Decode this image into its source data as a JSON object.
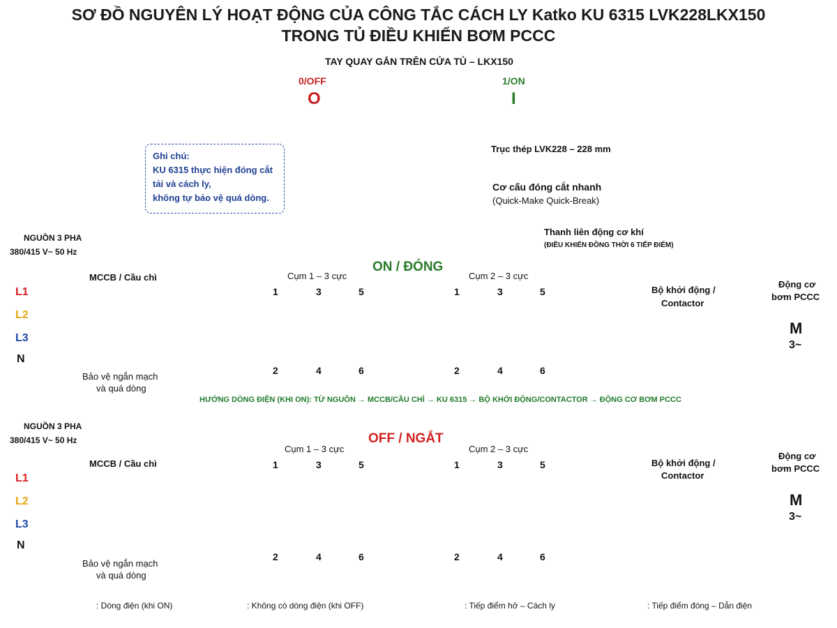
{
  "title": {
    "line1": "SƠ ĐỒ NGUYÊN LÝ HOẠT ĐỘNG CỦA CÔNG TẮC CÁCH LY Katko KU 6315 LVK228LKX150",
    "line2": "TRONG TỦ ĐIỀU KHIỂN BƠM PCCC"
  },
  "handle": {
    "label": "TAY QUAY GẮN TRÊN CỬA TỦ – LKX150",
    "off_label": "0/OFF",
    "off_symbol": "O",
    "on_label": "1/ON",
    "on_symbol": "I",
    "shaft": "Trục thép LVK228 – 228 mm",
    "mech_title": "Cơ cấu đóng cắt nhanh",
    "mech_sub": "(Quick-Make Quick-Break)",
    "bar_title": "Thanh liên động cơ khí",
    "bar_sub": "(ĐIỀU KHIỂN ĐỒNG THỜI 6 TIẾP ĐIỂM)"
  },
  "note": {
    "title": "Ghi chú:",
    "line1": "KU 6315 thực hiện đóng cắt",
    "line2": "tải và cách ly,",
    "line3": "không tự bảo vệ quá dòng."
  },
  "source": {
    "line1": "NGUỒN 3 PHA",
    "line2": "380/415 V~ 50 Hz"
  },
  "phases": [
    "L1",
    "L2",
    "L3",
    "N"
  ],
  "mccb": {
    "title": "MCCB / Cầu chì",
    "sub1": "Bảo vệ ngắn mạch",
    "sub2": "và quá dòng"
  },
  "on_panel": {
    "title": "ON / ĐÓNG",
    "group1": "Cụm 1 – 3 cực",
    "group2": "Cụm 2 – 3 cực",
    "top_numbers": [
      "1",
      "3",
      "5"
    ],
    "bottom_numbers": [
      "2",
      "4",
      "6"
    ]
  },
  "off_panel": {
    "title": "OFF / NGẮT",
    "group1": "Cụm 1 – 3 cực",
    "group2": "Cụm 2 – 3 cực"
  },
  "contactor": {
    "line1": "Bộ khởi động /",
    "line2": "Contactor"
  },
  "motor": {
    "line1": "Động cơ",
    "line2": "bơm PCCC",
    "symbol": "M",
    "sub": "3~"
  },
  "flow": "HƯỚNG DÒNG ĐIỆN (KHI ON):  TỪ NGUỒN  →  MCCB/CẦU CHÌ  →  KU 6315  →  BỘ KHỞI ĐỘNG/CONTACTOR  →  ĐỘNG CƠ BƠM PCCC",
  "legend": {
    "current": ": Dòng điện (khi ON)",
    "no_current": ": Không có dòng điện (khi OFF)",
    "open": ": Tiếp điểm hở – Cách ly",
    "closed": ": Tiếp điểm đóng – Dẫn điện"
  },
  "colors": {
    "L1": "#d81e1e",
    "L2": "#e6a50e",
    "L3": "#1f48a8",
    "N": "#111111",
    "on_box": "#2a7a2a",
    "off_box": "#d22222",
    "arrow_green": "#1f7a2a"
  }
}
